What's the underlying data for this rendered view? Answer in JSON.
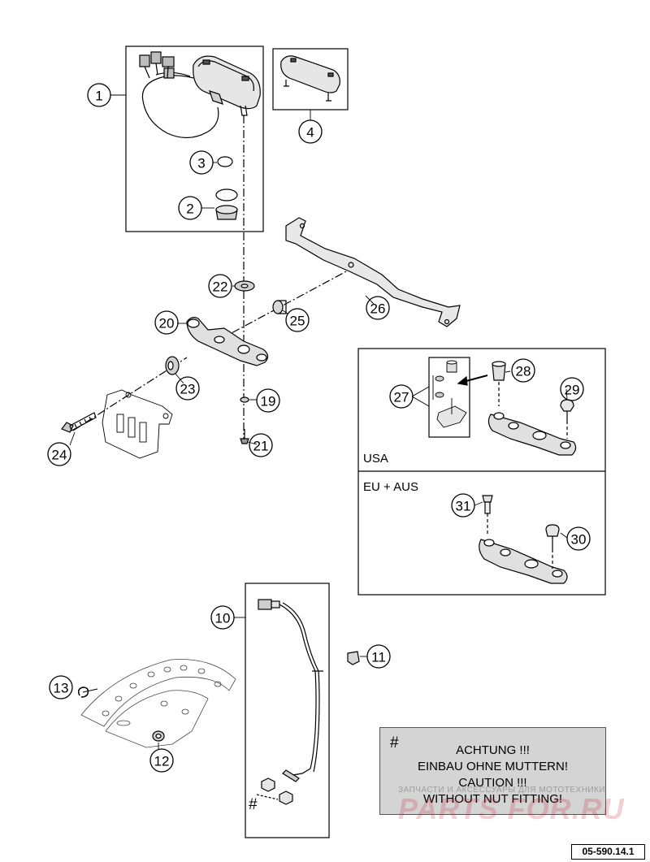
{
  "callouts": {
    "c1": "1",
    "c2": "2",
    "c3": "3",
    "c4": "4",
    "c10": "10",
    "c11": "11",
    "c12": "12",
    "c13": "13",
    "c19": "19",
    "c20": "20",
    "c21": "21",
    "c22": "22",
    "c23": "23",
    "c24": "24",
    "c25": "25",
    "c26": "26",
    "c27": "27",
    "c28": "28",
    "c29": "29",
    "c30": "30",
    "c31": "31"
  },
  "variants": {
    "usa_label": "USA",
    "eu_label": "EU + AUS"
  },
  "note": {
    "hash_symbol": "#",
    "line1": "ACHTUNG !!!",
    "line2": "EINBAU OHNE MUTTERN!",
    "line3": "CAUTION !!!",
    "line4": "WITHOUT NUT FITTING!"
  },
  "sensor_note_symbol": "#",
  "watermark": {
    "tagline": "ЗАПЧАСТИ И АКСЕССУАРЫ ДЛЯ МОТОТЕХНИКИ",
    "logo": "PARTS FOR.RU"
  },
  "diagram_number": "05-590.14.1"
}
